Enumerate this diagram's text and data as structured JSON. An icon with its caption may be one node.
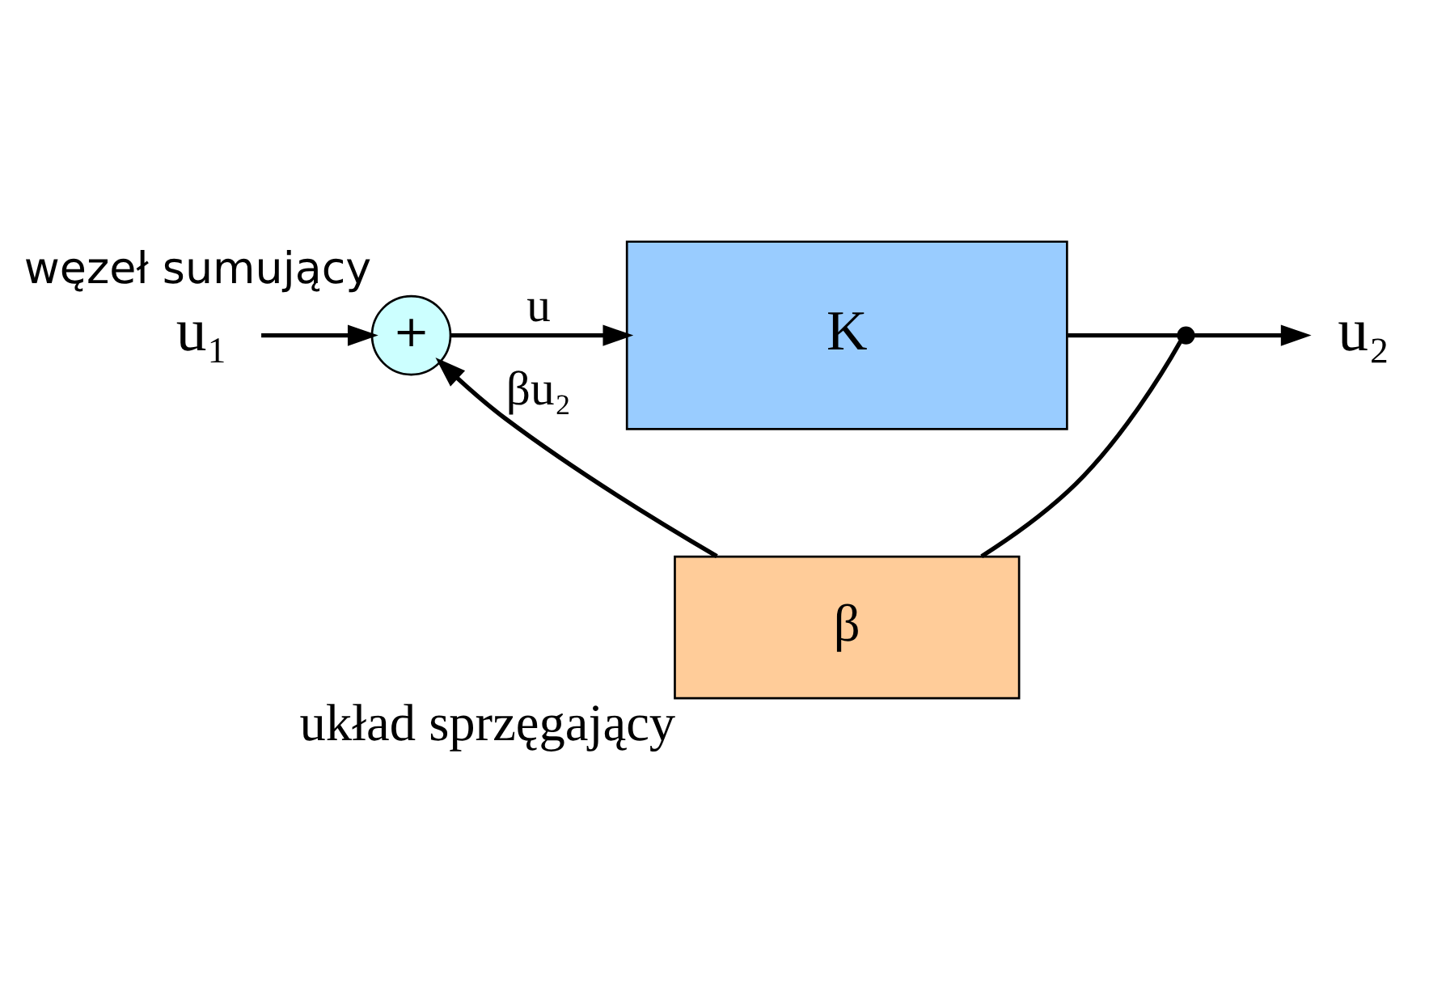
{
  "diagram": {
    "nodes": [
      {
        "text": [
          "u₁"
        ]
      },
      {
        "text": [
          "+"
        ],
        "beside": [
          "węzeł sumujący"
        ]
      },
      {
        "text": [
          "K"
        ]
      },
      {
        "text": [],
        "shape": "circle"
      },
      {
        "text": [
          "u₂"
        ]
      },
      {
        "text": [
          "β"
        ],
        "beside": [
          "układ sprzęgający"
        ]
      }
    ],
    "edges": [
      {
        "from": 0,
        "to": 1,
        "arrow": "to"
      },
      {
        "from": 1,
        "to": 2,
        "arrow": "to",
        "label": "u"
      },
      {
        "from": 2,
        "to": 3,
        "arrow": "none"
      },
      {
        "from": 3,
        "to": 4,
        "arrow": "to"
      },
      {
        "from": 3,
        "to": 5,
        "arrow": "none"
      },
      {
        "from": 5,
        "to": 1,
        "arrow": "to",
        "label": "βu₂"
      }
    ]
  }
}
